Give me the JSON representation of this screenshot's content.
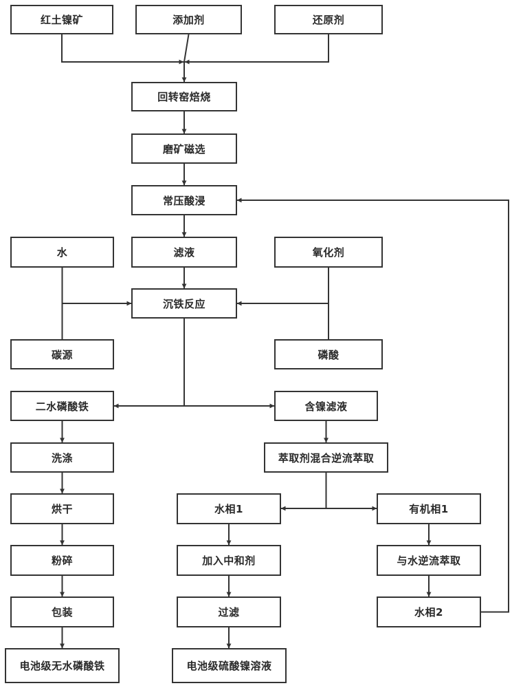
{
  "title": "红土镍矿制备电池级无水磷酸铁与硫酸镍溶液工艺流程图",
  "colors": {
    "line": "#333333",
    "text": "#2a2a2a",
    "box_fill": "#ffffff"
  },
  "nodes": {
    "laterite": {
      "label": "红土镍矿"
    },
    "additive": {
      "label": "添加剂"
    },
    "reductant": {
      "label": "还原剂"
    },
    "rotary_kiln": {
      "label": "回转窑焙烧"
    },
    "grinding": {
      "label": "磨矿磁选"
    },
    "acid_leach": {
      "label": "常压酸浸"
    },
    "water": {
      "label": "水"
    },
    "filtrate": {
      "label": "滤液"
    },
    "oxidant": {
      "label": "氧化剂"
    },
    "iron_precip": {
      "label": "沉铁反应"
    },
    "carbon_source": {
      "label": "碳源"
    },
    "phosphoric_acid": {
      "label": "磷酸"
    },
    "fepo4_dihydrate": {
      "label": "二水磷酸铁"
    },
    "ni_filtrate": {
      "label": "含镍滤液"
    },
    "washing": {
      "label": "洗涤"
    },
    "extraction": {
      "label": "萃取剂混合逆流萃取"
    },
    "drying": {
      "label": "烘干"
    },
    "aqueous1": {
      "label": "水相1"
    },
    "organic1": {
      "label": "有机相1"
    },
    "crushing": {
      "label": "粉碎"
    },
    "neutralizer": {
      "label": "加入中和剂"
    },
    "water_counter": {
      "label": "与水逆流萃取"
    },
    "packaging": {
      "label": "包装"
    },
    "filtration": {
      "label": "过滤"
    },
    "aqueous2": {
      "label": "水相2"
    },
    "fepo4_battery": {
      "label": "电池级无水磷酸铁"
    },
    "niso4_battery": {
      "label": "电池级硫酸镍溶液"
    }
  },
  "edges": [
    {
      "from": "laterite",
      "to": "rotary_kiln"
    },
    {
      "from": "additive",
      "to": "rotary_kiln"
    },
    {
      "from": "reductant",
      "to": "rotary_kiln"
    },
    {
      "from": "rotary_kiln",
      "to": "grinding"
    },
    {
      "from": "grinding",
      "to": "acid_leach"
    },
    {
      "from": "acid_leach",
      "to": "filtrate"
    },
    {
      "from": "filtrate",
      "to": "iron_precip"
    },
    {
      "from": "water",
      "to": "iron_precip"
    },
    {
      "from": "carbon_source",
      "to": "iron_precip"
    },
    {
      "from": "oxidant",
      "to": "iron_precip"
    },
    {
      "from": "phosphoric_acid",
      "to": "iron_precip"
    },
    {
      "from": "iron_precip",
      "to": "fepo4_dihydrate"
    },
    {
      "from": "iron_precip",
      "to": "ni_filtrate"
    },
    {
      "from": "fepo4_dihydrate",
      "to": "washing"
    },
    {
      "from": "washing",
      "to": "drying"
    },
    {
      "from": "drying",
      "to": "crushing"
    },
    {
      "from": "crushing",
      "to": "packaging"
    },
    {
      "from": "packaging",
      "to": "fepo4_battery"
    },
    {
      "from": "ni_filtrate",
      "to": "extraction"
    },
    {
      "from": "extraction",
      "to": "aqueous1"
    },
    {
      "from": "extraction",
      "to": "organic1"
    },
    {
      "from": "aqueous1",
      "to": "neutralizer"
    },
    {
      "from": "neutralizer",
      "to": "filtration"
    },
    {
      "from": "filtration",
      "to": "niso4_battery"
    },
    {
      "from": "organic1",
      "to": "water_counter"
    },
    {
      "from": "water_counter",
      "to": "aqueous2"
    },
    {
      "from": "aqueous2",
      "to": "acid_leach"
    }
  ]
}
